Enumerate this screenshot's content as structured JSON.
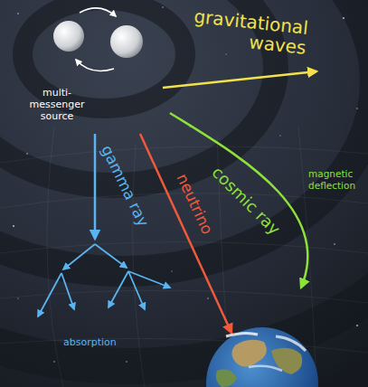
{
  "diagram": {
    "labels": [
      "gravitational waves",
      "multi-messenger source",
      "cosmic ray",
      "magnetic deflection",
      "neutrino",
      "gamma ray",
      "absorption"
    ]
  }
}
